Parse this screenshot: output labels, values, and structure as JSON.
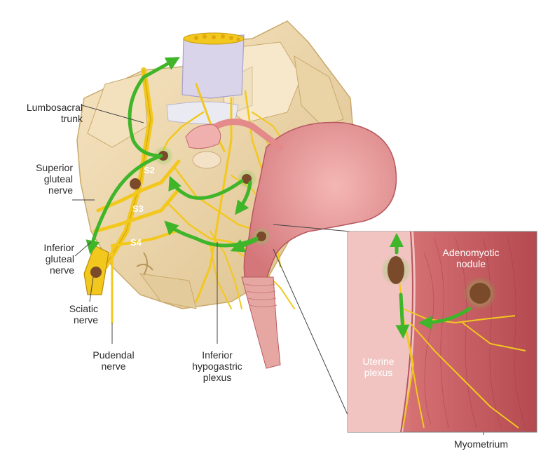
{
  "labels": {
    "lumbosacral_trunk": [
      "Lumbosacral",
      "trunk"
    ],
    "superior_gluteal_nerve": [
      "Superior",
      "gluteal",
      "nerve"
    ],
    "inferior_gluteal_nerve": [
      "Inferior",
      "gluteal",
      "nerve"
    ],
    "sciatic_nerve": [
      "Sciatic",
      "nerve"
    ],
    "pudendal_nerve": [
      "Pudendal",
      "nerve"
    ],
    "inferior_hypogastric_plexus": [
      "Inferior",
      "hypogastric",
      "plexus"
    ],
    "myometrium": "Myometrium"
  },
  "segments": {
    "s2": "S2",
    "s3": "S3",
    "s4": "S4"
  },
  "inset": {
    "adenomyotic_nodule": [
      "Adenomyotic",
      "nodule"
    ],
    "uterine_plexus": [
      "Uterine",
      "plexus"
    ]
  },
  "colors": {
    "bone": "#f1ddb5",
    "bone_shadow": "#dcc08c",
    "nerve": "#f2c81e",
    "nerve_outline": "#b88a00",
    "uterus": "#e89a9a",
    "uterus_dark": "#c96b72",
    "muscle": "#c8585c",
    "arrow": "#3fb52a",
    "lesion": "#7a4a2a",
    "glow": "#7fd04a"
  }
}
